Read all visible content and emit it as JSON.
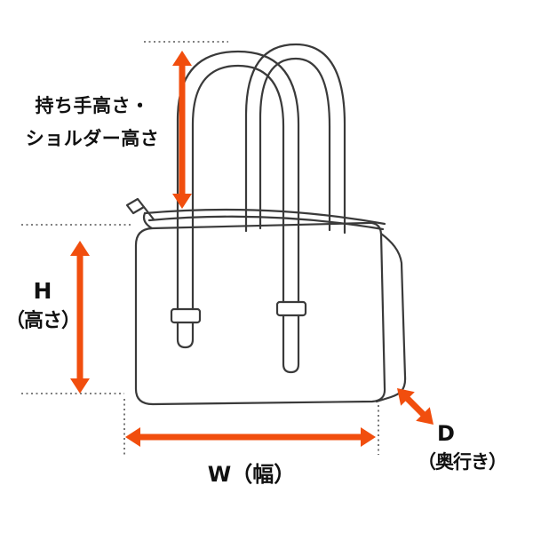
{
  "labels": {
    "handle_height_line1": "持ち手高さ・",
    "handle_height_line2": "ショルダー高さ",
    "height_letter": "H",
    "height_sub": "（高さ）",
    "width": "W（幅）",
    "depth_letter": "D",
    "depth_sub": "（奥行き）"
  },
  "colors": {
    "arrow": "#F14E0E",
    "line": "#3a3a3a",
    "guide": "#555555"
  }
}
